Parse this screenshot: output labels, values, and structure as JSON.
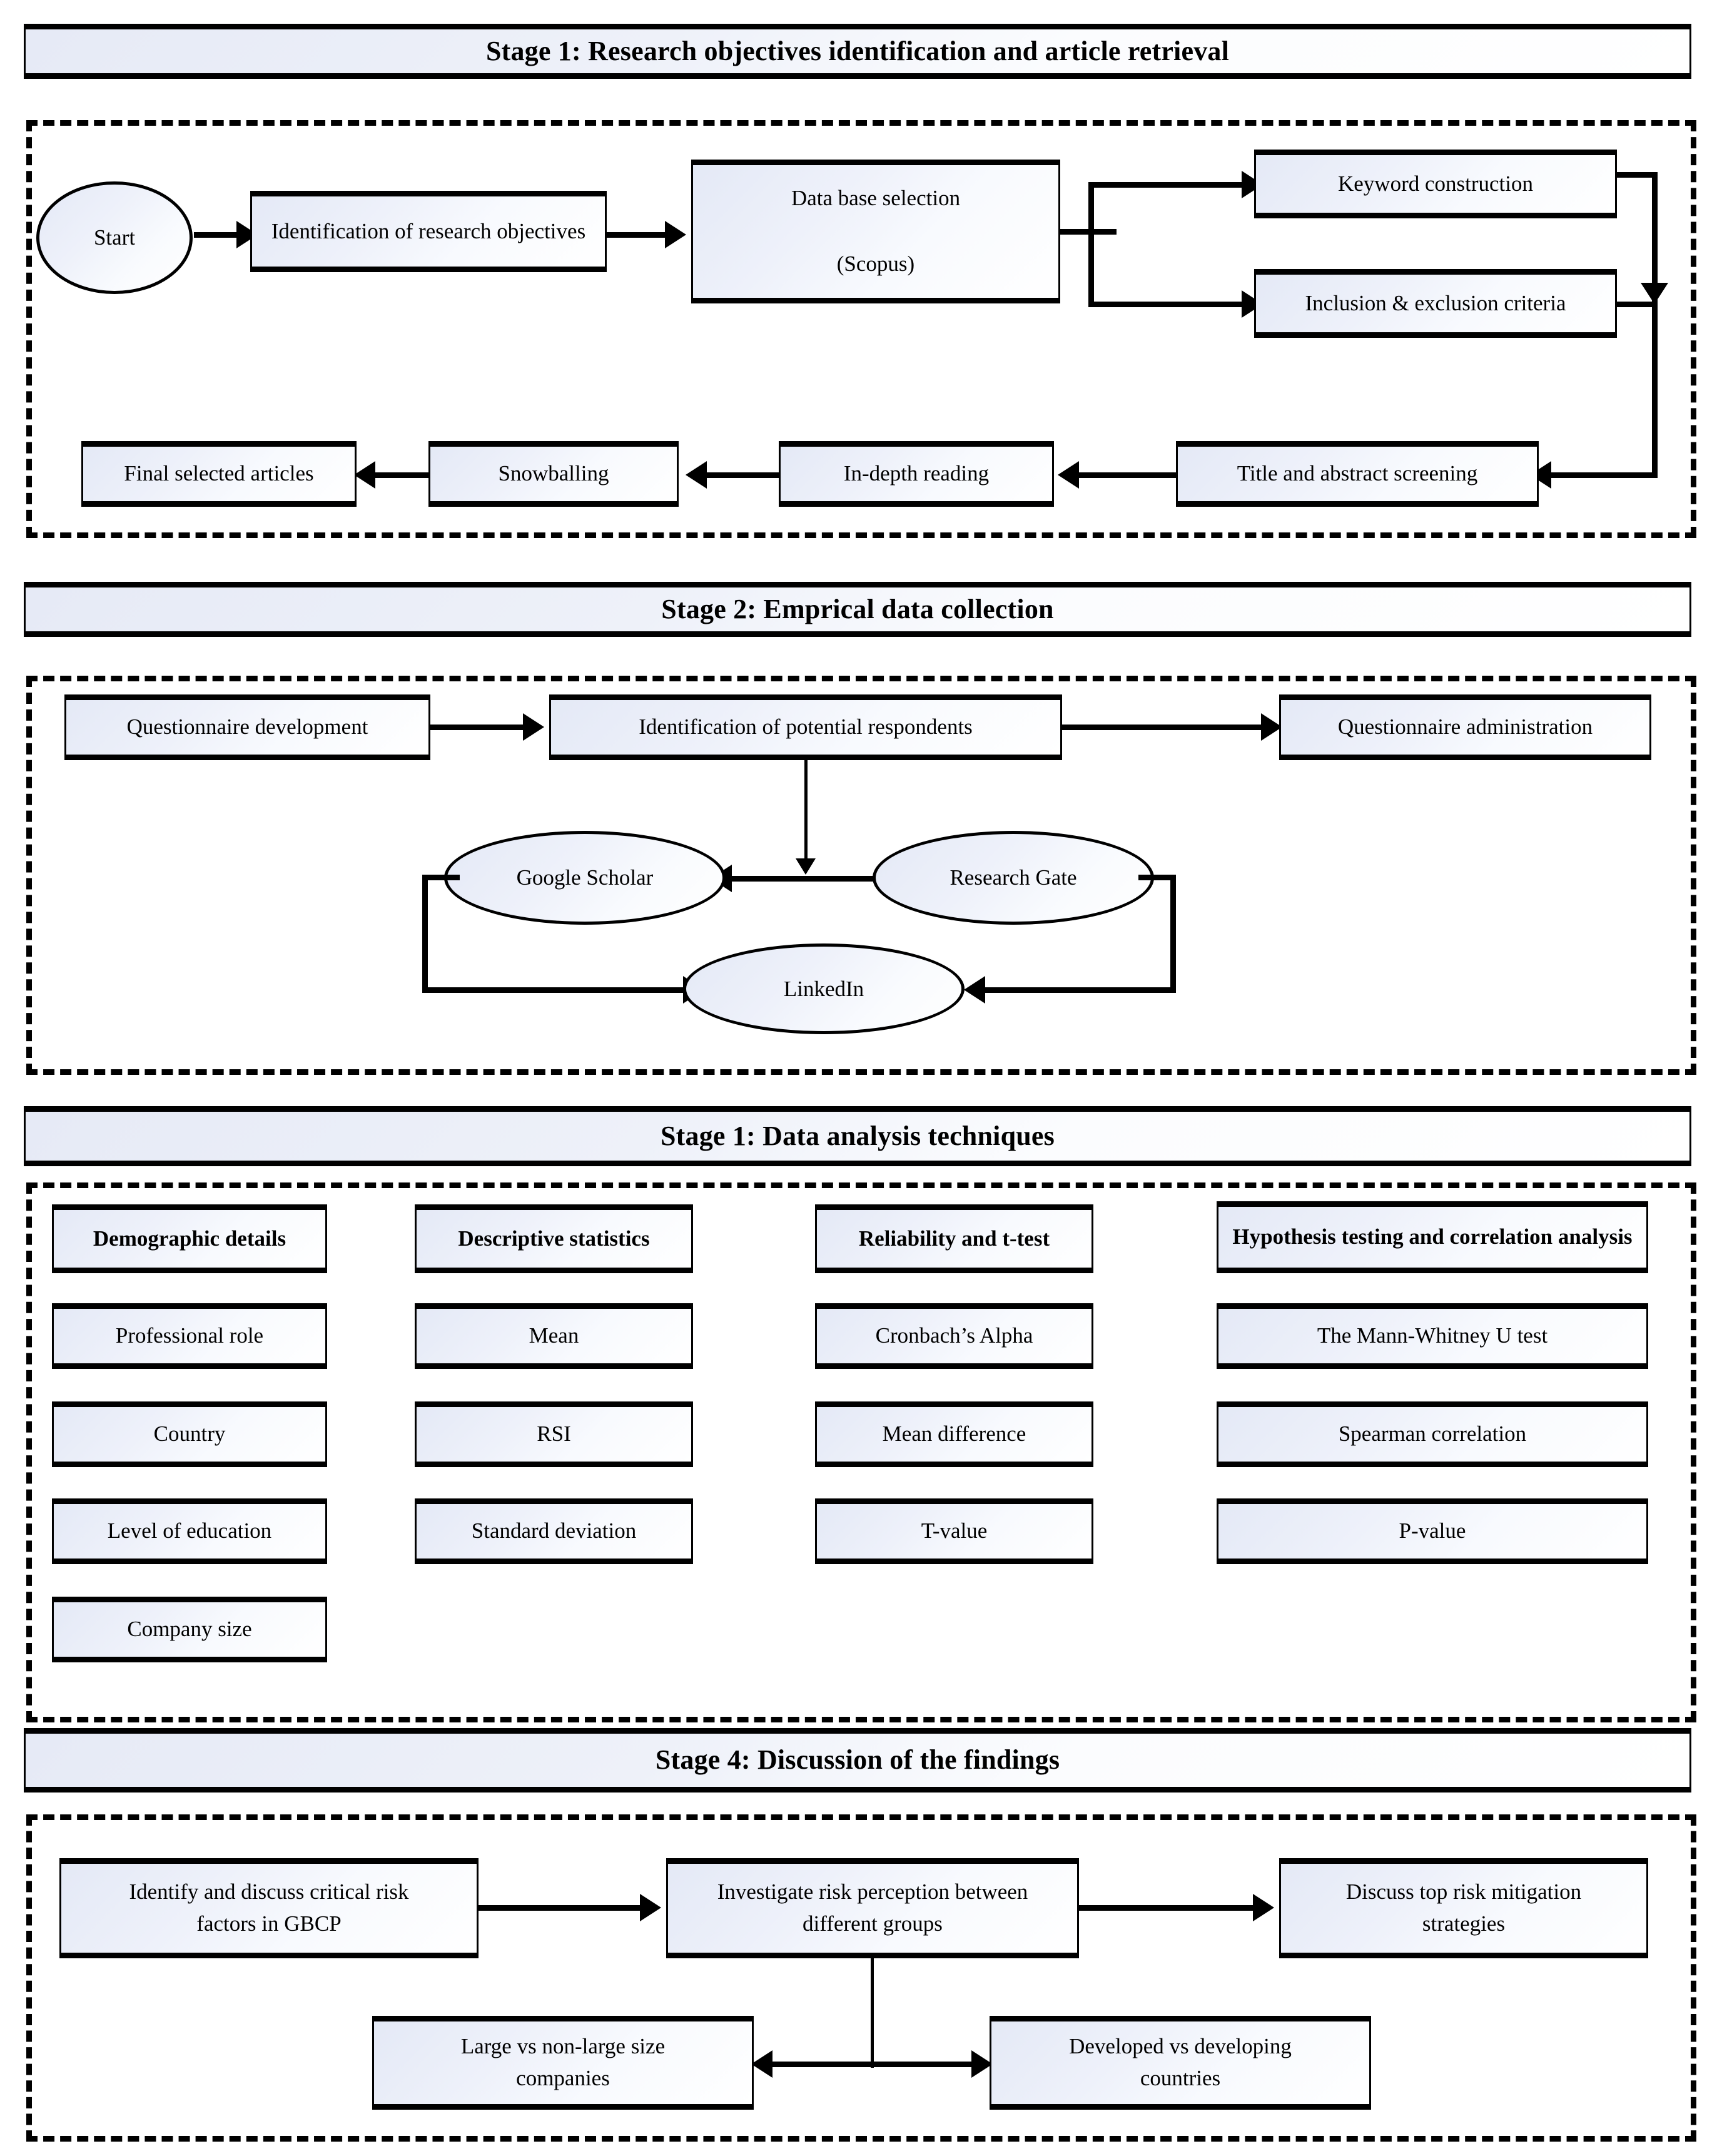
{
  "theme": {
    "box_fill_start": "#e4e9f6",
    "box_fill_end": "#ffffff",
    "border": "#000000",
    "page_bg": "#ffffff"
  },
  "stages": [
    {
      "id": "stage-1",
      "title": "Stage 1: Research objectives identification and article retrieval",
      "nodes": {
        "start": "Start",
        "identification": "Identification  of research objectives",
        "database_line1": "Data base selection",
        "database_line2": "(Scopus)",
        "keyword": "Keyword construction",
        "criteria": "Inclusion & exclusion criteria",
        "screening": "Title and abstract screening",
        "reading": "In-depth reading",
        "snowballing": "Snowballing",
        "final": "Final selected articles"
      }
    },
    {
      "id": "stage-2",
      "title": "Stage 2: Emprical data collection",
      "nodes": {
        "development": "Questionnaire development",
        "respondents": "Identification of potential respondents",
        "administration": "Questionnaire administration",
        "google_scholar": "Google Scholar",
        "research_gate": "Research Gate",
        "linkedin": "LinkedIn"
      }
    },
    {
      "id": "stage-3",
      "title": "Stage 1: Data analysis techniques",
      "columns": [
        {
          "header": "Demographic details",
          "items": [
            "Professional role",
            "Country",
            "Level of education",
            "Company size"
          ]
        },
        {
          "header": "Descriptive statistics",
          "items": [
            "Mean",
            "RSI",
            "Standard deviation"
          ]
        },
        {
          "header": "Reliability and t-test",
          "items": [
            "Cronbach’s Alpha",
            "Mean difference",
            "T-value"
          ]
        },
        {
          "header": "Hypothesis testing and correlation analysis",
          "items": [
            "The Mann-Whitney U test",
            "Spearman correlation",
            "P-value"
          ]
        }
      ]
    },
    {
      "id": "stage-4",
      "title": "Stage 4: Discussion of the findings",
      "nodes": {
        "identify_line1": "Identify and discuss critical risk",
        "identify_line2": "factors in GBCP",
        "investigate_line1": "Investigate risk perception between",
        "investigate_line2": "different groups",
        "discuss_line1": "Discuss top risk mitigation",
        "discuss_line2": "strategies",
        "companies_line1": "Large vs non-large size",
        "companies_line2": "companies",
        "countries_line1": "Developed vs developing",
        "countries_line2": "countries"
      }
    }
  ]
}
